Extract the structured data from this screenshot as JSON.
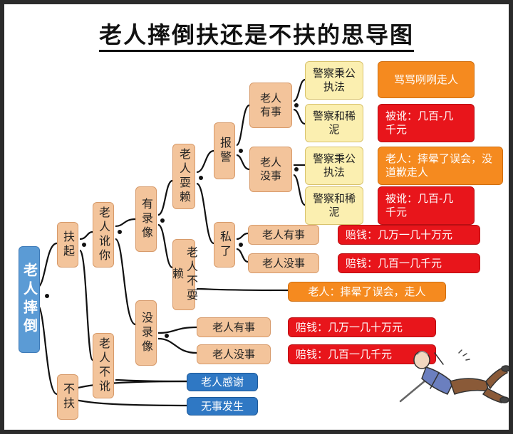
{
  "title": "老人摔倒扶还是不扶的思导图",
  "nodes": {
    "root": "老人摔倒",
    "fu_qi": "扶起",
    "bu_fu": "不扶",
    "lao_ren_e_ni": "老人讹你",
    "lao_ren_bu_e": "老人不讹",
    "you_lu_xiang": "有录像",
    "mei_lu_xiang": "没录像",
    "lao_ren_shua_lai": "老人耍赖",
    "lao_ren_bu_shua_lai": "老人不耍赖",
    "bao_jing": "报警",
    "si_le": "私了",
    "lao_ren_you_shi": "老人有事",
    "lao_ren_mei_shi": "老人没事",
    "police_fair_1": "警察秉公执法",
    "police_muddy_1": "警察和稀泥",
    "police_fair_2": "警察秉公执法",
    "police_muddy_2": "警察和稀泥",
    "out_scold": "骂骂咧咧走人",
    "out_extort_1": "被讹：几百-几千元",
    "out_apology": "老人：摔晕了误会，没道歉走人",
    "out_extort_2": "被讹：几百-几千元",
    "private_you_shi": "老人有事",
    "private_mei_shi": "老人没事",
    "pay_big_1": "赔钱：几万一几十万元",
    "pay_small_1": "赔钱：几百一几千元",
    "out_misunderstand": "老人：摔晕了误会，走人",
    "norec_you_shi": "老人有事",
    "norec_mei_shi": "老人没事",
    "pay_big_2": "赔钱：几万一几十万元",
    "pay_small_2": "赔钱：几百一几千元",
    "thanks": "老人感谢",
    "nothing": "无事发生"
  },
  "colors": {
    "peach": "#f3c49b",
    "cream": "#fbefb0",
    "orange": "#f58a1f",
    "red": "#e8151b",
    "blue": "#2f78c4",
    "root": "#5b9bd5",
    "connector": "#111111"
  },
  "illustration": "elderly-person-fallen-icon"
}
